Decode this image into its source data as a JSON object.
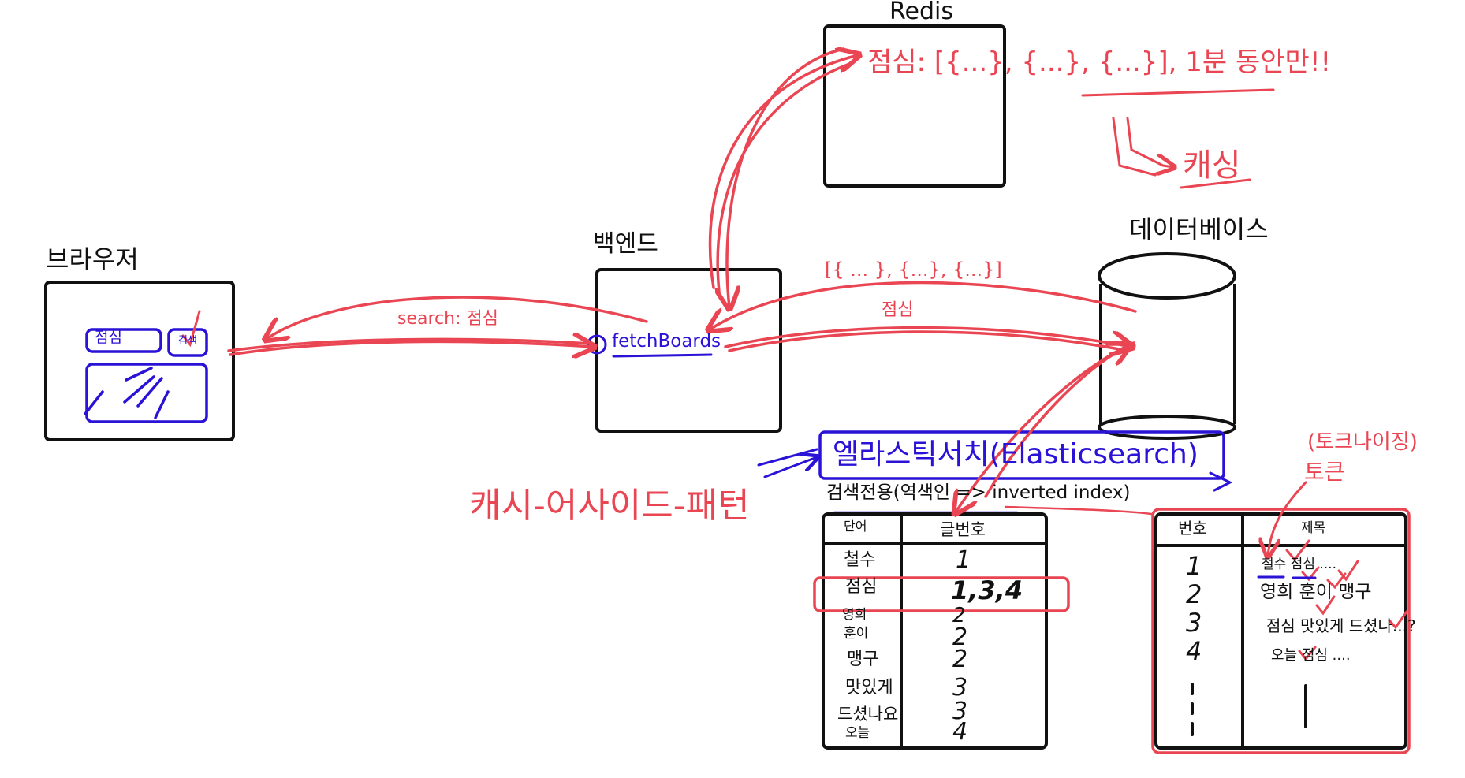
{
  "colors": {
    "ink": "#111111",
    "red": "#e94552",
    "blue": "#2a12d6"
  },
  "redis": {
    "title": "Redis",
    "note": "점심: [{...}, {...}, {...}], 1분 동안만!!"
  },
  "caching_label": "캐싱",
  "database": {
    "title": "데이터베이스"
  },
  "browser": {
    "title": "브라우저",
    "search_input": "점심",
    "search_button": "검색"
  },
  "backend": {
    "title": "백엔드",
    "function": "fetchBoards"
  },
  "arrows": {
    "search_request": "search: 점심",
    "db_query": "점심",
    "db_result": "[{ ... }, {...}, {...}]"
  },
  "elasticsearch": {
    "title": "엘라스틱서치(Elasticsearch)",
    "subtitle": "검색전용(역색인 => inverted index)"
  },
  "pattern_label": "캐시-어사이드-패턴",
  "tokenizing": {
    "label": "(토크나이징)",
    "token": "토큰"
  },
  "inverted_table": {
    "headers": [
      "단어",
      "글번호"
    ],
    "rows": [
      {
        "word": "철수",
        "ids": "1"
      },
      {
        "word": "점심",
        "ids": "1,3,4"
      },
      {
        "word": "영희",
        "ids": "2"
      },
      {
        "word": "훈이",
        "ids": "2"
      },
      {
        "word": "맹구",
        "ids": "2"
      },
      {
        "word": "맛있게",
        "ids": "3"
      },
      {
        "word": "드셨나요",
        "ids": "3"
      },
      {
        "word": "오늘",
        "ids": "4"
      }
    ]
  },
  "board_table": {
    "headers": [
      "번호",
      "제목"
    ],
    "rows": [
      {
        "no": "1",
        "title": "철수 점심 ...."
      },
      {
        "no": "2",
        "title": "영희 훈이 맹구"
      },
      {
        "no": "3",
        "title": "점심 맛있게 드셨나...?"
      },
      {
        "no": "4",
        "title": "오늘 점심 ...."
      }
    ],
    "ellipsis": "⋮"
  }
}
